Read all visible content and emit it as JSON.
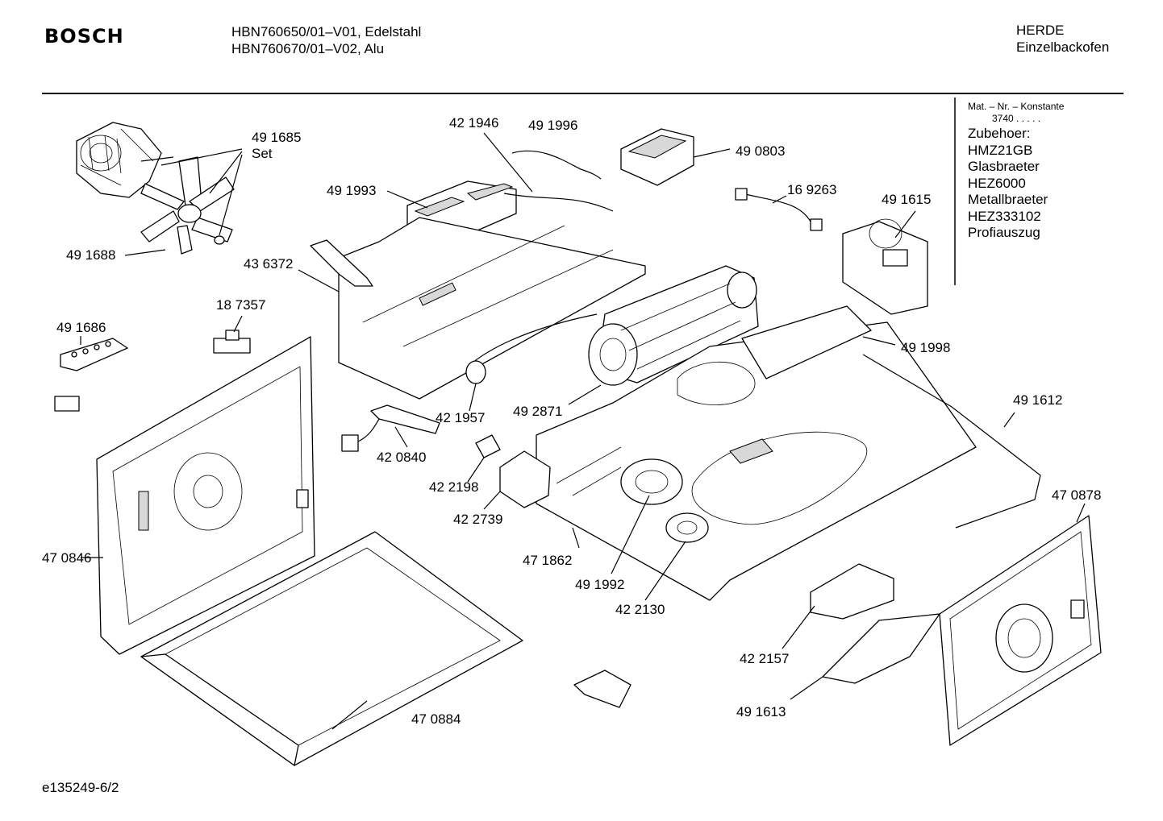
{
  "header": {
    "brand": "BOSCH",
    "model_line_1": "HBN760650/01–V01, Edelstahl",
    "model_line_2": "HBN760670/01–V02, Alu",
    "category": "HERDE",
    "subcategory": "Einzelbackofen"
  },
  "accessories": {
    "mat_label": "Mat. – Nr. – Konstante",
    "mat_value": "3740  .  .  .  .  .",
    "heading": "Zubehoer:",
    "items": [
      "HMZ21GB",
      "Glasbraeter",
      "HEZ6000",
      "Metallbraeter",
      "HEZ333102",
      "Profiauszug"
    ]
  },
  "part_labels": {
    "p491685": "49 1685",
    "p491685_set": "Set",
    "p491688": "49 1688",
    "p421946": "42 1946",
    "p491996": "49 1996",
    "p490803": "49 0803",
    "p491993": "49 1993",
    "p169263": "16 9263",
    "p491615": "49 1615",
    "p436372": "43 6372",
    "p187357": "18 7357",
    "p491686": "49 1686",
    "p491998": "49 1998",
    "p491612": "49 1612",
    "p421957": "42 1957",
    "p492871": "49 2871",
    "p420840": "42 0840",
    "p422198": "42 2198",
    "p422739": "42 2739",
    "p470878": "47 0878",
    "p470846": "47 0846",
    "p471862": "47 1862",
    "p491992": "49 1992",
    "p422130": "42 2130",
    "p422157": "42 2157",
    "p491613": "49 1613",
    "p470884": "47 0884"
  },
  "footer": {
    "drawing_number": "e135249-6/2"
  }
}
